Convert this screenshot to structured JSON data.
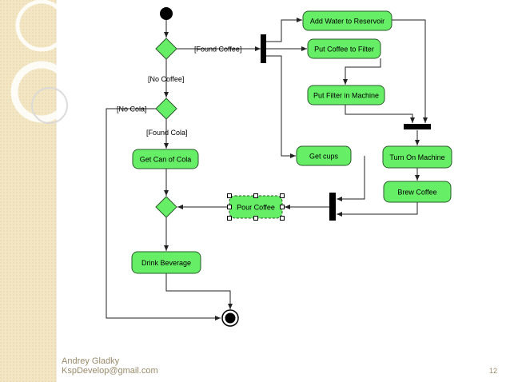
{
  "colors": {
    "node_fill": "#66ee66",
    "node_stroke": "#2a5a2a",
    "edge": "#222222",
    "bar": "#000000",
    "footer_text": "#9a8a6a",
    "side_panel": "#f3e6c4"
  },
  "diagram": {
    "actions": {
      "add_water": "Add Water to Reservoir",
      "put_coffee": "Put Coffee to Filter",
      "put_filter": "Put Filter in Machine",
      "get_cups": "Get cups",
      "turn_on": "Turn On Machine",
      "brew": "Brew Coffee",
      "pour": "Pour Coffee",
      "get_cola": "Get Can of Cola",
      "drink": "Drink Beverage"
    },
    "guards": {
      "found_coffee": "[Found Coffee]",
      "no_coffee": "[No Coffee]",
      "no_cola": "[No Cola]",
      "found_cola": "[Found Cola]"
    }
  },
  "footer": {
    "author": "Andrey Gladky",
    "email": "KspDevelop@gmail.com",
    "page_number": "12"
  }
}
